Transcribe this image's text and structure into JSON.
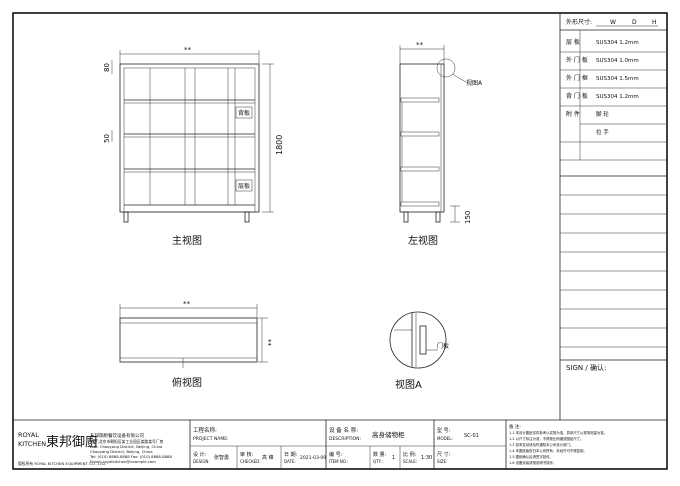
{
  "views": {
    "front": {
      "title": "主视图",
      "width_label": "**",
      "height_label": "1800",
      "top_dim": "80",
      "mid_dim": "50",
      "label_back": "背板",
      "label_side": "层板"
    },
    "left": {
      "title": "左视图",
      "width_label": "**",
      "callout": "视图A",
      "bottom_dim": "150"
    },
    "top": {
      "title": "俯视图",
      "width_label": "**",
      "depth_label": "**"
    },
    "detail": {
      "title": "视图A",
      "callout": "门板"
    }
  },
  "spec_table": {
    "size_row": {
      "label": "外形尺寸:",
      "values": [
        "W",
        "D",
        "H"
      ]
    },
    "rows": [
      {
        "label": "层 板",
        "value": "SUS304 1.2mm"
      },
      {
        "label": "外 门 板",
        "value": "SUS304 1.0mm"
      },
      {
        "label": "外 门 框",
        "value": "SUS304 1.5mm"
      },
      {
        "label": "背 门 板",
        "value": "SUS304 1.2mm"
      },
      {
        "label": "附 件",
        "value": "脚 轮"
      },
      {
        "label": "",
        "value": "拉 手"
      }
    ],
    "sign": "SIGN / 确认:"
  },
  "title_block": {
    "company_cn": "東邦御廚",
    "company_en_top": "ROYAL",
    "company_en_bottom": "KITCHEN",
    "company_full": "东邦御厨餐饮设备有限公司",
    "address_line1": "地址:北京市朝阳区某工业园区某路某号厂房",
    "address_line2": "Add: Chaoyang District, Beijing, China",
    "address_line3": "Chaoyang District, Beijing, China",
    "phone": "Tel: (010) 8888-8888  Fax: (010) 8888-8888",
    "email": "Email: royalkitchen@example.com",
    "footer": "版权所有 ROYAL KITCHEN EQUIPMENT CO., LTD.",
    "project_label": "工程名称:",
    "project_label_en": "PROJECT NAME:",
    "design_label": "设 计:",
    "design_label_en": "DESIGN:",
    "designer": "张智勇",
    "check_label": "审 核:",
    "check_label_en": "CHECKED:",
    "checker": "高 峰",
    "date_label": "日 期:",
    "date_label_en": "DATE:",
    "date": "2021-03-09",
    "desc_label": "设 备 名 称:",
    "desc_label_en": "DESCRIPTION:",
    "desc": "高身储物柜",
    "item_label": "编 号:",
    "item_label_en": "ITEM NO.:",
    "qty_label": "数 量:",
    "qty_label_en": "QTY.:",
    "qty": "1",
    "scale_label": "比 例:",
    "scale_label_en": "SCALE:",
    "scale": "1:30",
    "model_label": "型 号:",
    "model_label_en": "MODEL:",
    "model": "SC-01",
    "size_label": "尺 寸:",
    "size_label_en": "SIZE:",
    "notes_title": "备 注:",
    "notes": [
      "1-1 本设计图纸仅供参考以实物为准，具体尺寸以现场测量为准。",
      "1-2 以尺寸标注为准，不得按比例缩放图纸尺寸。",
      "1-3 如有变动请及时通知本公司设计部门。",
      "1-4 本图纸版权归本公司所有，未经许可不得复制。",
      "1-5 图纸确认后请签字回传。",
      "1-6 设备安装请按说明书操作。"
    ]
  }
}
